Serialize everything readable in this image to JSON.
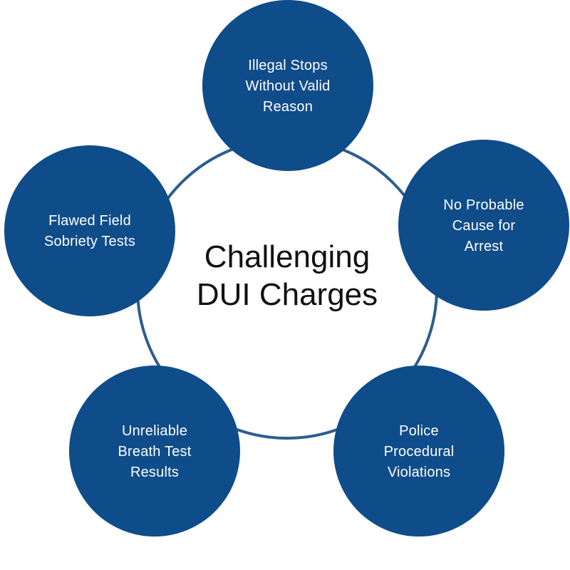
{
  "diagram": {
    "center": {
      "lines": [
        "Challenging",
        "DUI Charges"
      ]
    },
    "colors": {
      "node_fill": "#0f4c8a",
      "ring_stroke": "#2e5d8e",
      "node_text": "#ffffff",
      "center_text": "#111111",
      "background": "#ffffff"
    },
    "nodes": [
      {
        "id": "illegal-stops",
        "lines": [
          "Illegal Stops",
          "Without Valid",
          "Reason"
        ]
      },
      {
        "id": "no-probable-cause",
        "lines": [
          "No Probable",
          "Cause for",
          "Arrest"
        ]
      },
      {
        "id": "police-procedural",
        "lines": [
          "Police",
          "Procedural",
          "Violations"
        ]
      },
      {
        "id": "unreliable-breath",
        "lines": [
          "Unreliable",
          "Breath Test",
          "Results"
        ]
      },
      {
        "id": "flawed-field",
        "lines": [
          "Flawed Field",
          "Sobriety Tests"
        ]
      }
    ]
  }
}
